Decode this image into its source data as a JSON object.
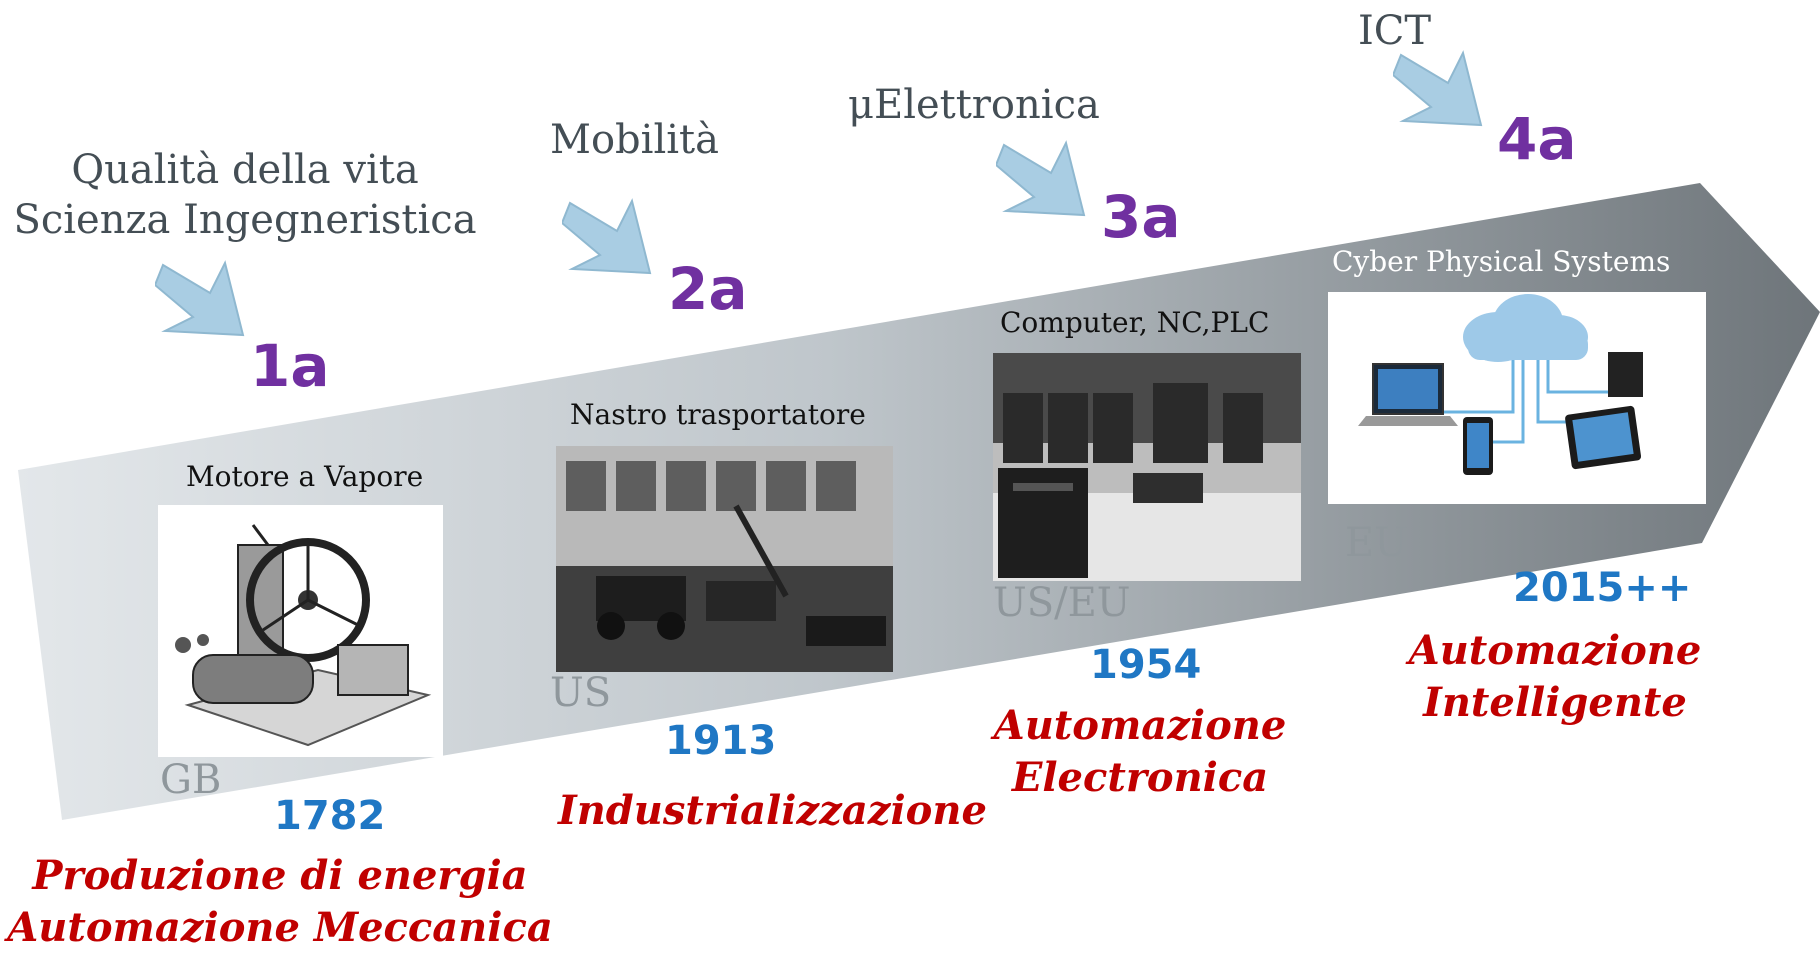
{
  "eras": [
    {
      "number": "1a",
      "driver": [
        "Qualità della vita",
        "Scienza Ingegneristica"
      ],
      "image_caption": "Motore a Vapore",
      "image_icon": "steam-engine-illustration",
      "region": "GB",
      "year": "1782",
      "result": [
        "Produzione di energia",
        "Automazione Meccanica"
      ]
    },
    {
      "number": "2a",
      "driver": [
        "Mobilità"
      ],
      "image_caption": "Nastro trasportatore",
      "image_icon": "assembly-line-photo",
      "region": "US",
      "year": "1913",
      "result": [
        "Industrializzazione"
      ]
    },
    {
      "number": "3a",
      "driver": [
        "μElettronica"
      ],
      "image_caption": "Computer, NC,PLC",
      "image_icon": "mainframe-room-photo",
      "region": "US/EU",
      "year": "1954",
      "result": [
        "Automazione",
        "Electronica"
      ]
    },
    {
      "number": "4a",
      "driver": [
        "ICT"
      ],
      "image_caption": "Cyber Physical Systems",
      "image_icon": "cloud-devices-illustration",
      "region": "EU",
      "year": "2015++",
      "result": [
        "Automazione",
        "Intelligente"
      ]
    }
  ],
  "colors": {
    "era_number": "#7030a0",
    "year": "#1f77c4",
    "result": "#c00000",
    "driver_text": "#444e55",
    "region_text": "#8f979c",
    "chevron_fill": "#a9cde3",
    "chevron_stroke": "#8fb8d0"
  }
}
